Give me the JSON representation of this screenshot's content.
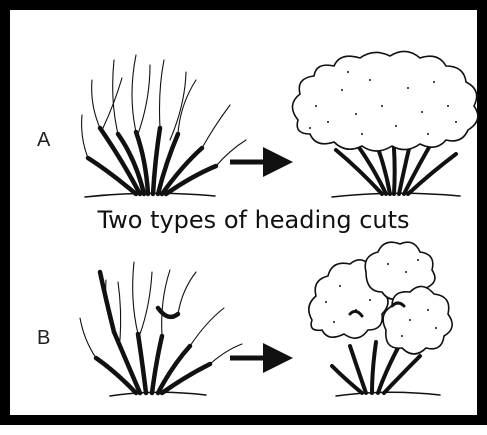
{
  "caption": "Two types of heading cuts",
  "rows": [
    {
      "label": "A"
    },
    {
      "label": "B"
    }
  ],
  "colors": {
    "border": "#000000",
    "ink": "#111111",
    "foliage_fill": "#ffffff"
  }
}
